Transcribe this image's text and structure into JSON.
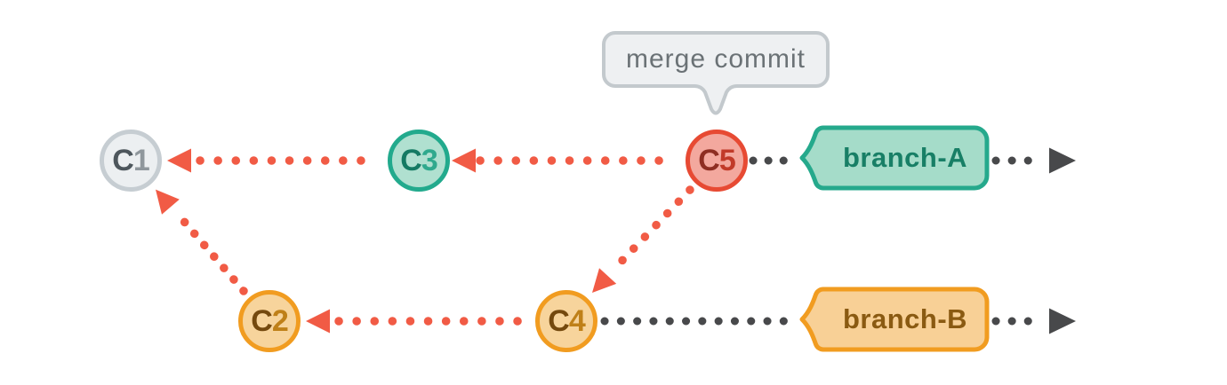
{
  "title": "git merge commit diagram",
  "tooltip": {
    "text": "merge commit",
    "points_to": "C5"
  },
  "commits": [
    {
      "id": "C1",
      "letter": "C",
      "number": "1",
      "palette": "gray",
      "branch": "branch-A"
    },
    {
      "id": "C2",
      "letter": "C",
      "number": "2",
      "palette": "orange",
      "branch": "branch-B"
    },
    {
      "id": "C3",
      "letter": "C",
      "number": "3",
      "palette": "teal",
      "branch": "branch-A"
    },
    {
      "id": "C4",
      "letter": "C",
      "number": "4",
      "palette": "orange",
      "branch": "branch-B"
    },
    {
      "id": "C5",
      "letter": "C",
      "number": "5",
      "palette": "red",
      "branch": "branch-A"
    }
  ],
  "branch_tags": [
    {
      "label": "branch-A",
      "palette": "teal"
    },
    {
      "label": "branch-B",
      "palette": "orange"
    }
  ],
  "edges": [
    {
      "from": "C3",
      "to": "C1",
      "type": "parent-pointer"
    },
    {
      "from": "C5",
      "to": "C3",
      "type": "parent-pointer"
    },
    {
      "from": "C5",
      "to": "C4",
      "type": "parent-pointer"
    },
    {
      "from": "C2",
      "to": "C1",
      "type": "parent-pointer"
    },
    {
      "from": "C4",
      "to": "C2",
      "type": "parent-pointer"
    },
    {
      "from": "C5",
      "to": "branch-A",
      "type": "timeline"
    },
    {
      "from": "C4",
      "to": "branch-B",
      "type": "timeline"
    }
  ],
  "colors": {
    "background": "#ffffff",
    "parent_arrow": "#f15b45",
    "timeline": "#48494b",
    "tooltip_fill": "#eef0f2",
    "tooltip_border": "#c3c9cd",
    "tooltip_text": "#6b7276",
    "tag_a_fill": "#a5dcc9",
    "tag_a_border": "#25a98c",
    "tag_a_text": "#187f66",
    "tag_b_fill": "#f8d096",
    "tag_b_border": "#f19c20",
    "tag_b_text": "#8a5a12",
    "node_gray_fill": "#eceff1",
    "node_gray_border": "#c6cdd2",
    "node_gray_letter": "#4d565c",
    "node_gray_number": "#8f979c",
    "node_teal_fill": "#b0e0d0",
    "node_teal_border": "#22aa8d",
    "node_teal_letter": "#157a63",
    "node_teal_number": "#2fa98d",
    "node_orange_fill": "#f7d49c",
    "node_orange_border": "#f19c20",
    "node_orange_letter": "#74490e",
    "node_orange_number": "#bf8018",
    "node_red_fill": "#f3a89e",
    "node_red_border": "#e74a33",
    "node_red_letter": "#8e2e22",
    "node_red_number": "#c13a29"
  }
}
